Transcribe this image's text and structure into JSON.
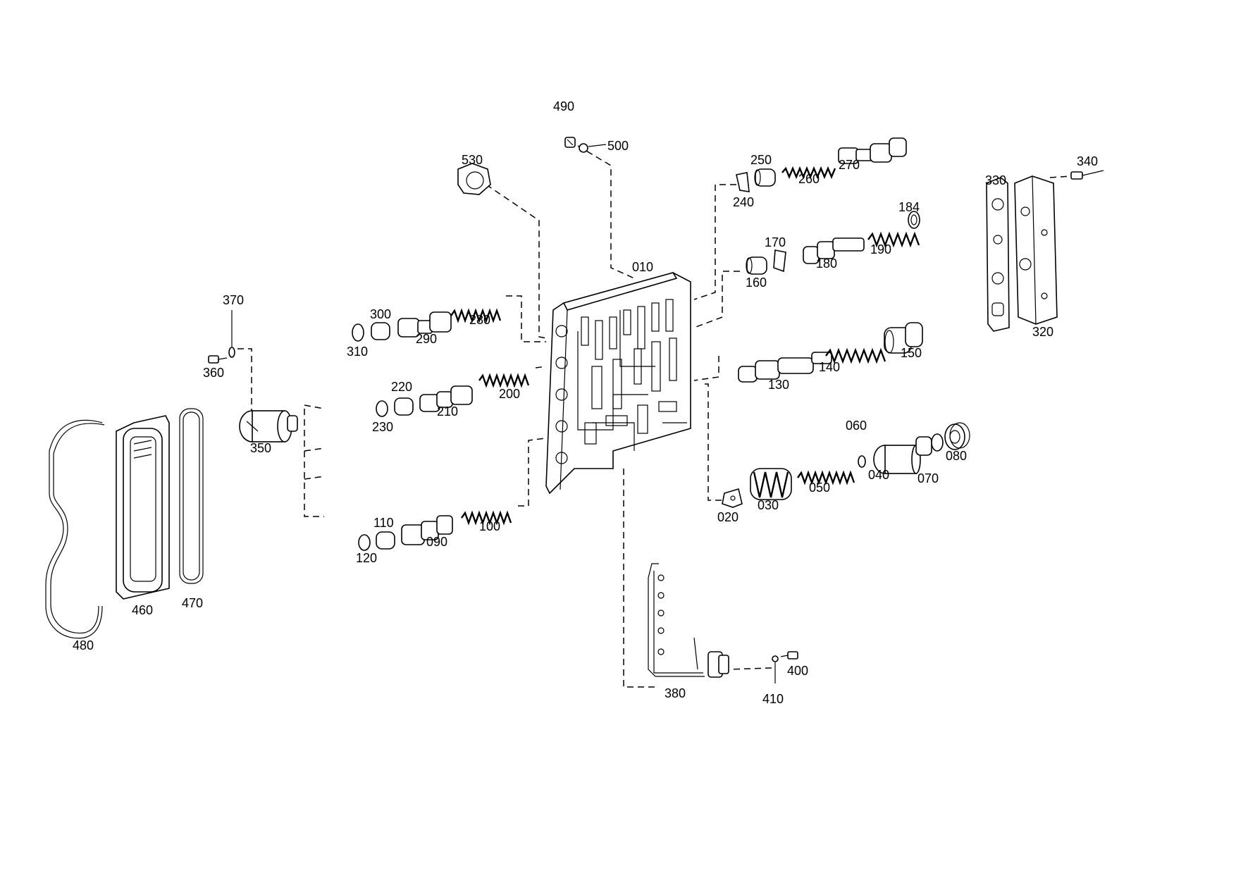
{
  "labels": {
    "p010": "010",
    "p020": "020",
    "p030": "030",
    "p040": "040",
    "p050": "050",
    "p060": "060",
    "p070": "070",
    "p080": "080",
    "p090": "090",
    "p100": "100",
    "p110": "110",
    "p120": "120",
    "p130": "130",
    "p140": "140",
    "p150": "150",
    "p160": "160",
    "p170": "170",
    "p180": "180",
    "p184": "184",
    "p190": "190",
    "p200": "200",
    "p210": "210",
    "p220": "220",
    "p230": "230",
    "p240": "240",
    "p250": "250",
    "p260": "260",
    "p270": "270",
    "p280": "280",
    "p290": "290",
    "p300": "300",
    "p310": "310",
    "p320": "320",
    "p330": "330",
    "p340": "340",
    "p350": "350",
    "p360": "360",
    "p370": "370",
    "p380": "380",
    "p400": "400",
    "p410": "410",
    "p460": "460",
    "p470": "470",
    "p480": "480",
    "p490": "490",
    "p500": "500",
    "p530": "530"
  }
}
